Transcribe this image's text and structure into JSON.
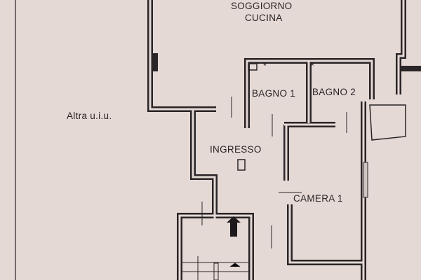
{
  "rooms": {
    "soggiorno": "SOGGIORNO",
    "cucina": "CUCINA",
    "bagno1": "BAGNO 1",
    "bagno2": "BAGNO 2",
    "ingresso": "INGRESSO",
    "camera1": "CAMERA 1",
    "altra": "Altra u.i.u."
  },
  "markers": {
    "star": "*"
  },
  "colors": {
    "paper": "#e4d9d5",
    "ink": "#2a2527"
  }
}
